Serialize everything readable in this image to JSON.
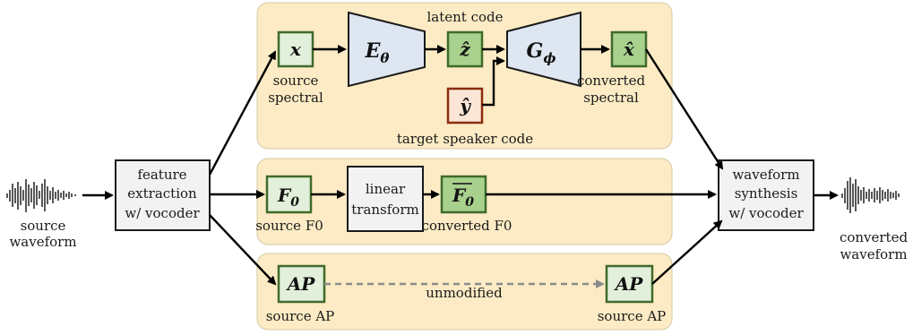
{
  "source_waveform": {
    "line1": "source",
    "line2": "waveform"
  },
  "converted_waveform": {
    "line1": "converted",
    "line2": "waveform"
  },
  "feature_extraction": {
    "line1": "feature",
    "line2": "extraction",
    "line3": "w/ vocoder"
  },
  "waveform_synthesis": {
    "line1": "waveform",
    "line2": "synthesis",
    "line3": "w/ vocoder"
  },
  "spectral": {
    "x": "x",
    "encoder": "E",
    "encoder_sub": "θ",
    "z": "ẑ",
    "generator": "G",
    "generator_sub": "ϕ",
    "x_hat": "x̂",
    "y_hat": "ŷ",
    "source_label": {
      "line1": "source",
      "line2": "spectral"
    },
    "converted_label": {
      "line1": "converted",
      "line2": "spectral"
    },
    "latent_code": "latent code",
    "target_speaker_code": "target speaker code"
  },
  "f0": {
    "source_symbol": "F",
    "source_sub": "0",
    "source_label": "source F0",
    "linear": {
      "line1": "linear",
      "line2": "transform"
    },
    "converted_symbol": "F",
    "converted_sub": "0",
    "converted_label": "converted F0"
  },
  "ap": {
    "source_symbol": "AP",
    "source_label": "source AP",
    "unmodified": "unmodified",
    "target_symbol": "AP",
    "target_label": "source AP"
  },
  "colors": {
    "panel": "#fcebc4",
    "green_light": "#e2efda",
    "green_dark": "#a9d18e",
    "green_border": "#3f6b2a",
    "red_fill": "#fbe5d6",
    "red_border": "#8b2d0e",
    "trapezoid": "#dde6f1"
  }
}
